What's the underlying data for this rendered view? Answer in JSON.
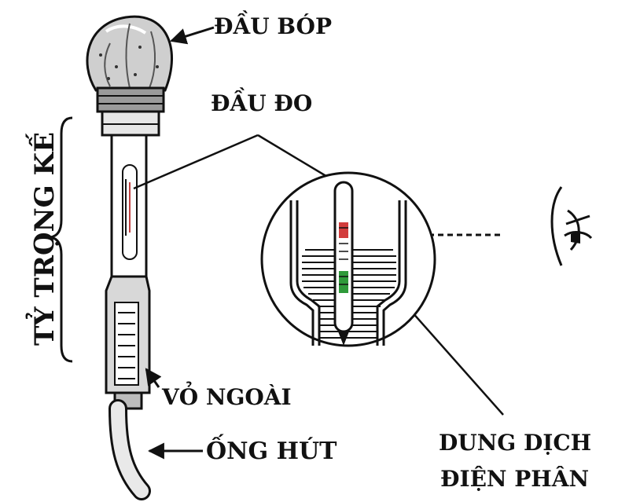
{
  "labels": {
    "bulb": "ĐẦU BÓP",
    "probe": "ĐẦU ĐO",
    "hydrometer": "TỶ TRỌNG KẾ",
    "casing": "VỎ NGOÀI",
    "tube": "ỐNG HÚT",
    "electrolyte_line1": "DUNG DỊCH",
    "electrolyte_line2": "ĐIỆN PHÂN"
  },
  "colors": {
    "ink": "#111111",
    "scale_red": "#d23c3c",
    "scale_green": "#2f9a3a"
  }
}
